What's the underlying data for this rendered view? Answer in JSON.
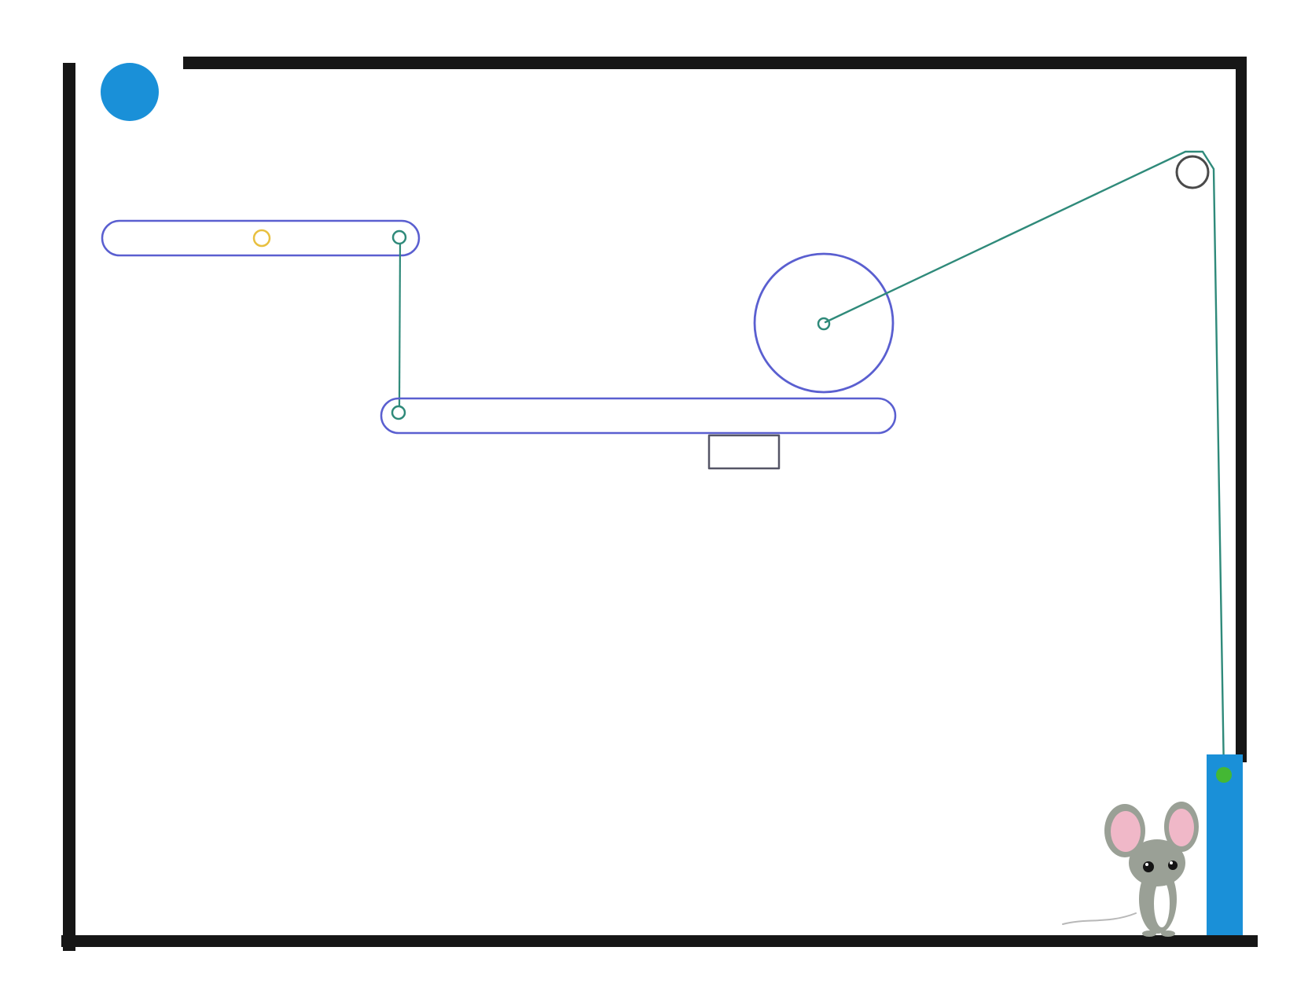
{
  "game": {
    "type": "physics-puzzle",
    "colors": {
      "wall": "#161616",
      "ball": "#1a90d8",
      "bar_outline": "#5a5fd0",
      "rope": "#2f8a7a",
      "pin": "#2f8a7a",
      "pulley": "#4a4a4a",
      "pivot_hinge": "#e8c040",
      "support_block": "#555566",
      "counterweight": "#1a90d8",
      "counterweight_anchor": "#44b834",
      "mouse_body": "#9aa096",
      "mouse_ear": "#f0b8c8"
    },
    "objects": {
      "ball": {
        "shape": "circle",
        "icon": "blue-ball"
      },
      "upper_bar": {
        "shape": "rounded-bar",
        "has_hinge": true
      },
      "lower_bar": {
        "shape": "rounded-bar"
      },
      "wheel": {
        "shape": "circle"
      },
      "pulley": {
        "shape": "circle"
      },
      "support_block": {
        "shape": "rectangle"
      },
      "counterweight": {
        "shape": "rectangle"
      },
      "goal_character": {
        "icon": "mouse-icon"
      }
    }
  }
}
